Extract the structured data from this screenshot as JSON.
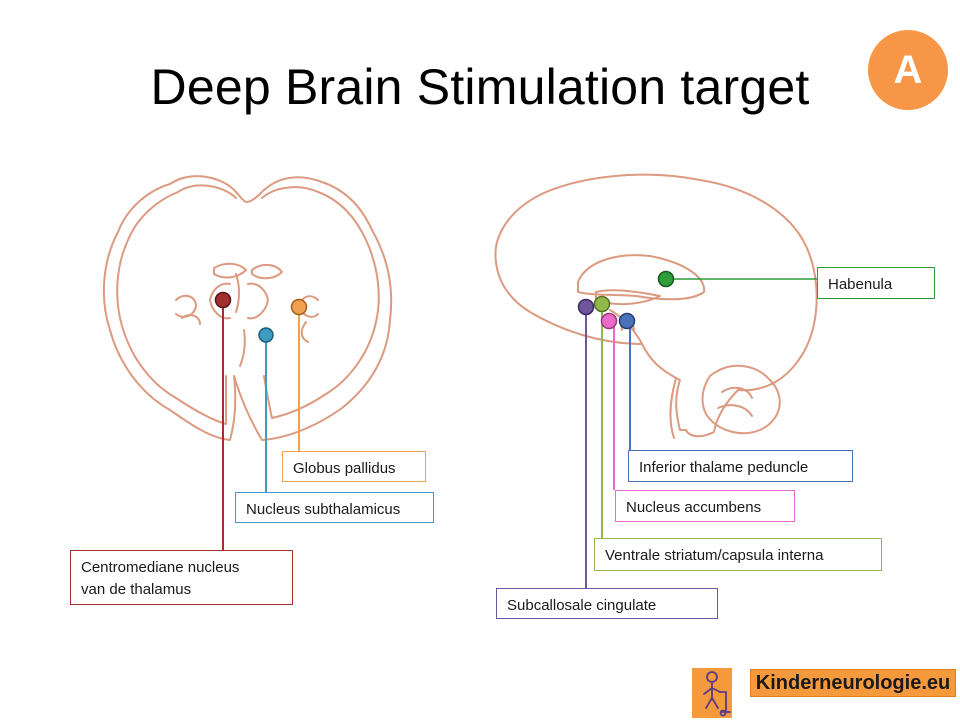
{
  "title": "Deep Brain Stimulation target",
  "badge": "A",
  "colors": {
    "sketch": "#dc9a80",
    "centromediane": "#a2302e",
    "subthalamicus": "#3e9cc2",
    "pallidus": "#f0a04e",
    "habenula": "#2f9d3a",
    "subcallosale": "#6e559c",
    "ventrale": "#93b84a",
    "accumbens": "#e96ac8",
    "peduncle": "#4a72b8",
    "brand": "#f59a3c"
  },
  "labels": {
    "globus_pallidus": "Globus pallidus",
    "nucleus_subthalamicus": "Nucleus subthalamicus",
    "centromediane_line1": "Centromediane nucleus",
    "centromediane_line2": "van de thalamus",
    "habenula": "Habenula",
    "inferior_thalame_peduncle": "Inferior thalame peduncle",
    "nucleus_accumbens": "Nucleus accumbens",
    "ventrale_striatum": "Ventrale striatum/capsula interna",
    "subcallosale_cingulate": "Subcallosale cingulate"
  },
  "logo": {
    "text": "Kinderneurologie.eu",
    "icon": "child-with-walker-icon"
  }
}
